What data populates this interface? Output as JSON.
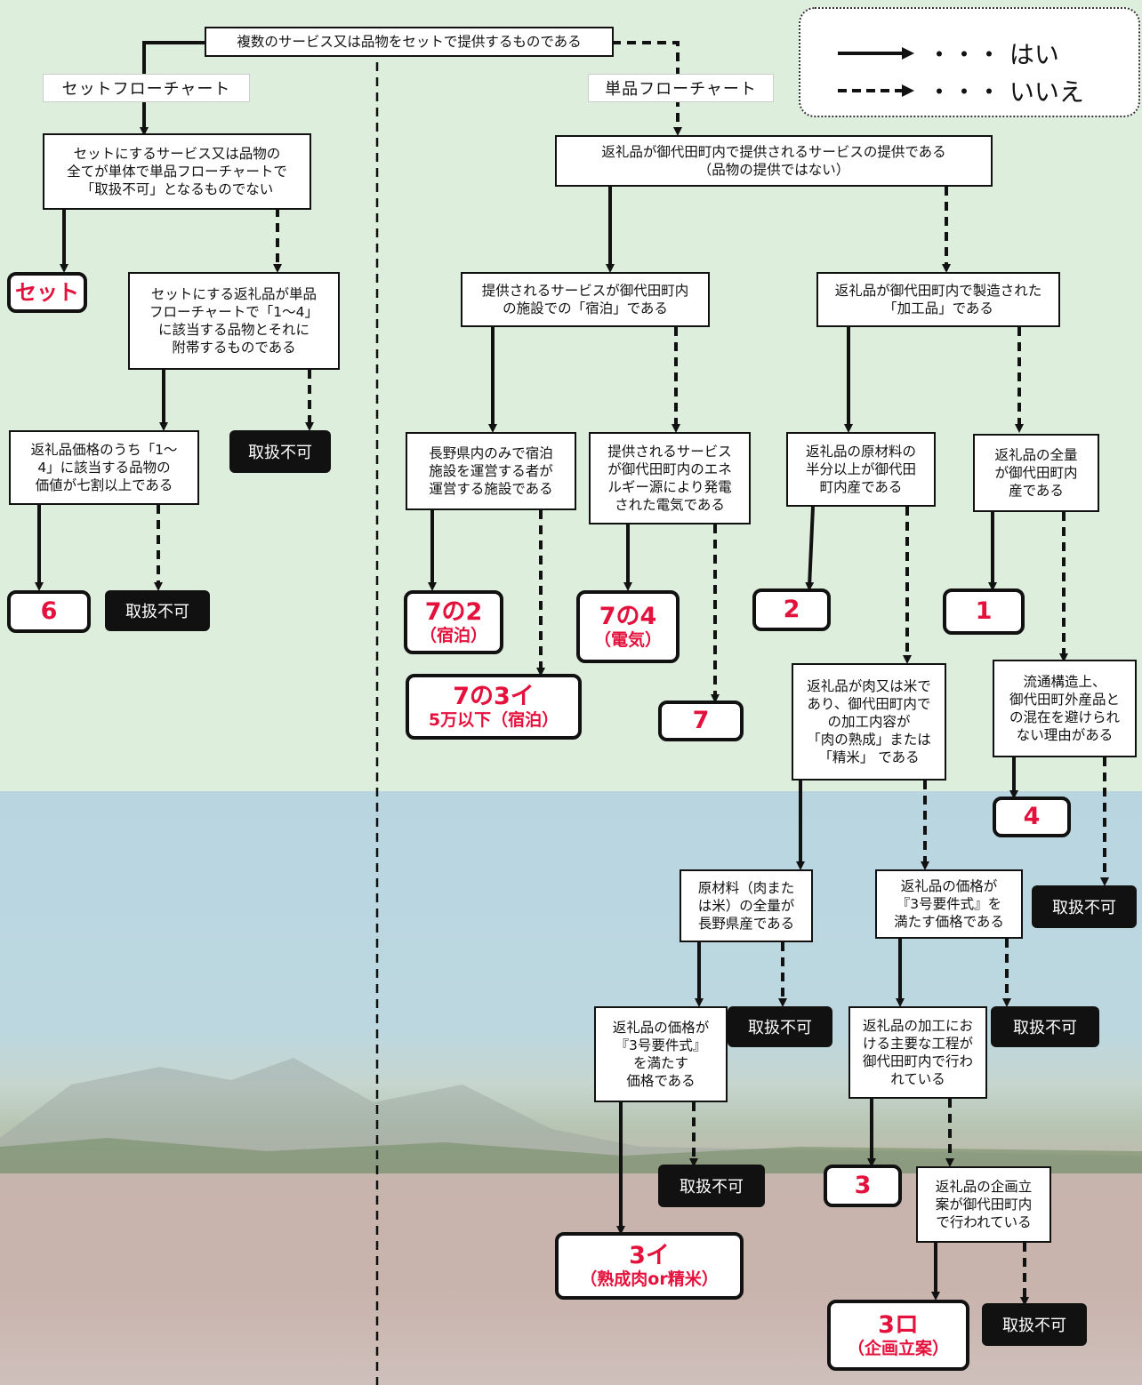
{
  "legend": {
    "yes": "・・・ はい",
    "no": "・・・ いいえ"
  },
  "labels": {
    "set_flow": "セットフローチャート",
    "single_flow": "単品フローチャート"
  },
  "questions": {
    "top": "複数のサービス又は品物をセットで提供するものである",
    "set1": "セットにするサービス又は品物の\n全てが単体で単品フローチャートで\n「取扱不可」となるものでない",
    "set2": "セットにする返礼品が単品\nフローチャートで「1〜4」\nに該当する品物とそれに\n附帯するものである",
    "set3": "返礼品価格のうち「1〜\n4」に該当する品物の\n価値が七割以上である",
    "s_service": "返礼品が御代田町内で提供されるサービスの提供である\n（品物の提供ではない）",
    "s_lodging": "提供されるサービスが御代田町内\nの施設での「宿泊」である",
    "s_processed": "返礼品が御代田町内で製造された\n「加工品」である",
    "s_nagano": "長野県内のみで宿泊\n施設を運営する者が\n運営する施設である",
    "s_energy": "提供されるサービス\nが御代田町内のエネ\nルギー源により発電\nされた電気である",
    "s_half": "返礼品の原材料の\n半分以上が御代田\n町内産である",
    "s_all": "返礼品の全量\nが御代田町内\n産である",
    "s_meat": "返礼品が肉又は米で\nあり、御代田町内で\nの加工内容が\n「肉の熟成」または\n「精米」 である",
    "s_distribution": "流通構造上、\n御代田町外産品と\nの混在を避けられ\nない理由がある",
    "s_rawmat": "原材料（肉また\nは米）の全量が\n長野県産である",
    "s_price1": "返礼品の価格が\n『3号要件式』を\n満たす価格である",
    "s_price2": "返礼品の価格が\n『3号要件式』\nを満たす\n価格である",
    "s_mainprocess": "返礼品の加工にお\nける主要な工程が\n御代田町内で行わ\nれている",
    "s_planning": "返礼品の企画立\n案が御代田町内\nで行われている"
  },
  "results": {
    "set": "セット",
    "r6": "6",
    "r7_2_top": "7の2",
    "r7_2_bottom": "（宿泊）",
    "r7_3_top": "7の3イ",
    "r7_3_bottom": "5万以下（宿泊）",
    "r7_4_top": "7の4",
    "r7_4_bottom": "（電気）",
    "r7": "7",
    "r2": "2",
    "r1": "1",
    "r4": "4",
    "r3": "3",
    "r3i_top": "3イ",
    "r3i_bottom": "（熟成肉or精米）",
    "r3ro_top": "3ロ",
    "r3ro_bottom": "（企画立案）"
  },
  "not_allowed": "取扱不可",
  "colors": {
    "result_text": "#e5113d",
    "bg_top": "#deeedd",
    "bg_bottom": "#b9d6e0"
  }
}
